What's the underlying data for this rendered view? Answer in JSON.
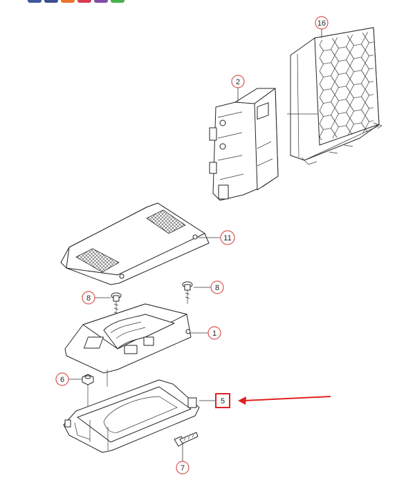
{
  "share_bar": {
    "buttons": [
      {
        "icon": "facebook-icon",
        "color": "#3b5998"
      },
      {
        "icon": "twitter-icon",
        "color": "#3b4f8f"
      },
      {
        "icon": "share-icon",
        "color": "#e8742d"
      },
      {
        "icon": "pinterest-icon",
        "color": "#d93a53"
      },
      {
        "icon": "email-icon",
        "color": "#7d4fa3"
      },
      {
        "icon": "whatsapp-icon",
        "color": "#4caf50"
      }
    ]
  },
  "diagram": {
    "callout_circle_color": "#d9534f",
    "highlight_color": "#e0201f",
    "arrow_color": "#e0201f",
    "callouts": [
      {
        "id": "16",
        "label": "16"
      },
      {
        "id": "2",
        "label": "2"
      },
      {
        "id": "11",
        "label": "11"
      },
      {
        "id": "8a",
        "label": "8"
      },
      {
        "id": "8b",
        "label": "8"
      },
      {
        "id": "1",
        "label": "1"
      },
      {
        "id": "6",
        "label": "6"
      },
      {
        "id": "5",
        "label": "5"
      },
      {
        "id": "7",
        "label": "7"
      }
    ]
  }
}
